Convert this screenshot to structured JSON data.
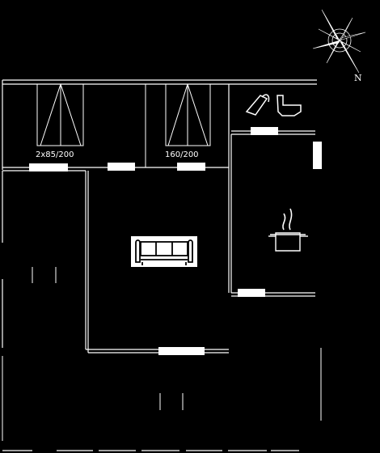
{
  "labels": {
    "bed_left": "2x85/200",
    "bed_right": "160/200",
    "north": "N"
  },
  "icons": {
    "compass": "compass-rose-icon",
    "sofa": "sofa-icon",
    "cooking_pot": "cooking-pot-icon",
    "bath": "bathroom-fixtures-icon"
  },
  "colors": {
    "background": "#000000",
    "lines": "#ffffff"
  }
}
